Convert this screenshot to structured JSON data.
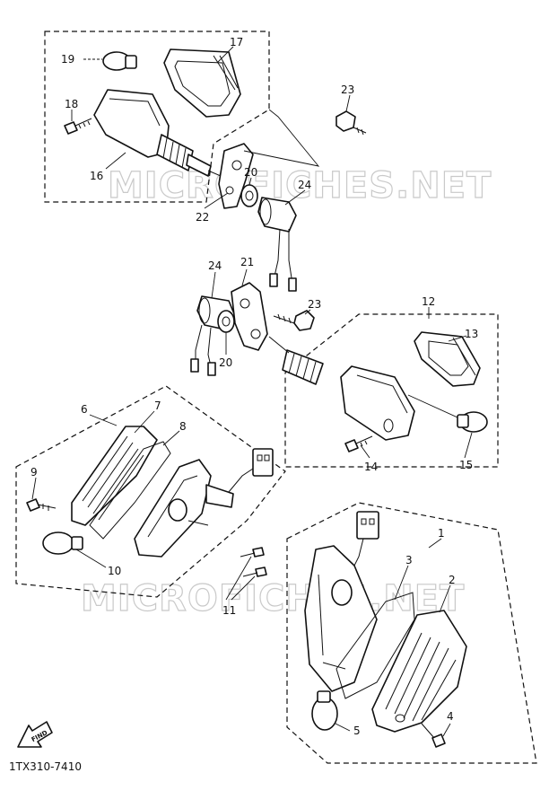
{
  "diagram_code": "1TX310-7410",
  "watermark": "MICROFICHES.NET",
  "find_label": "FIND",
  "callouts": {
    "c1": "1",
    "c2": "2",
    "c3": "3",
    "c4": "4",
    "c5": "5",
    "c6": "6",
    "c7": "7",
    "c8": "8",
    "c9": "9",
    "c10": "10",
    "c11": "11",
    "c12": "12",
    "c13": "13",
    "c14": "14",
    "c15": "15",
    "c16": "16",
    "c17": "17",
    "c18": "18",
    "c19": "19",
    "c20a": "20",
    "c20b": "20",
    "c21": "21",
    "c22": "22",
    "c23a": "23",
    "c23b": "23",
    "c24a": "24",
    "c24b": "24"
  }
}
